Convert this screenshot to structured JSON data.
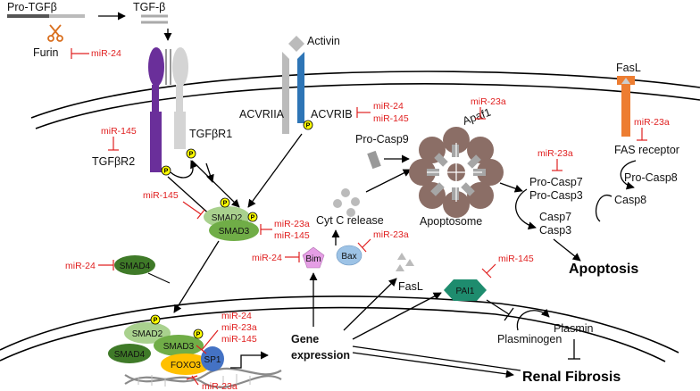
{
  "proteins": {
    "pro_tgfb": "Pro-TGFβ",
    "tgfb": "TGF-β",
    "furin": "Furin",
    "activin": "Activin",
    "acvriia": "ACVRIIA",
    "acvrib": "ACVRIB",
    "tgfbr1": "TGFβR1",
    "tgfbr2": "TGFβR2",
    "smad2": "SMAD2",
    "smad3": "SMAD3",
    "smad4": "SMAD4",
    "foxo3": "FOXO3",
    "sp1": "SP1",
    "bim": "Bim",
    "bax": "Bax",
    "apaf1": "Apaf1",
    "pro_casp9": "Pro-Casp9",
    "cyt_c": "Cyt C release",
    "apoptosome": "Apoptosome",
    "fasl_top": "FasL",
    "fas_receptor": "FAS receptor",
    "pro_casp8": "Pro-Casp8",
    "casp8": "Casp8",
    "pro_casp7": "Pro-Casp7",
    "pro_casp3": "Pro-Casp3",
    "casp7": "Casp7",
    "casp3": "Casp3",
    "fasl": "FasL",
    "pai1": "PAI1",
    "plasmin": "Plasmin",
    "plasminogen": "Plasminogen",
    "gene": "Gene",
    "expression": "expression",
    "phospho": "P"
  },
  "outcomes": {
    "apoptosis": "Apoptosis",
    "renal_fibrosis": "Renal Fibrosis"
  },
  "mirnas": {
    "furin": "miR-24",
    "acvrib_1": "miR-24",
    "acvrib_2": "miR-145",
    "apaf1": "miR-23a",
    "fas": "miR-23a",
    "tgfbr2": "miR-145",
    "casp": "miR-23a",
    "smad2": "miR-145",
    "smad3_1": "miR-23a",
    "smad3_2": "miR-145",
    "smad4": "miR-24",
    "bim": "miR-24",
    "bax": "miR-23a",
    "pai1": "miR-145",
    "nuc_1": "miR-24",
    "nuc_2": "miR-23a",
    "nuc_3": "miR-145",
    "foxo3": "miR-23a"
  },
  "colors": {
    "tgfbr2": "#6a2f9a",
    "tgfbr1": "#d4d4d4",
    "acvrib": "#2e75b6",
    "fas_receptor": "#ed7d31",
    "smad2": "#a9d18e",
    "smad3": "#70ad47",
    "smad4": "#3f7a28",
    "foxo3": "#ffc000",
    "sp1": "#4472c4",
    "bim": "#e59ee5",
    "bax": "#9dc3e6",
    "pai1": "#1e8c6e",
    "apoptosome": "#8b6e66",
    "phospho": "#ffff00",
    "inhibition": "#e02020"
  }
}
